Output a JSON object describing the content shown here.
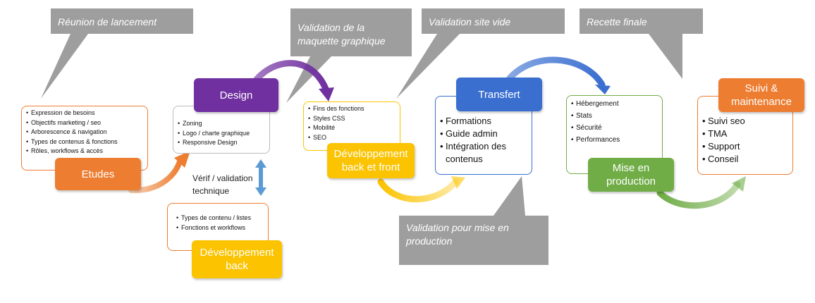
{
  "colors": {
    "callout": "#9e9e9e",
    "purple": "#7030a0",
    "blue": "#3a6fd0",
    "orange": "#ed7d31",
    "yellow": "#fbc300",
    "green": "#70ad47",
    "arrow_blue": "#5b9bd5"
  },
  "callouts": [
    {
      "text": "Réunion de lancement"
    },
    {
      "text": "Validation de la maquette graphique"
    },
    {
      "text": "Validation site vide"
    },
    {
      "text": "Recette finale"
    },
    {
      "text": "Validation pour mise en production"
    }
  ],
  "phases": {
    "etudes": {
      "label": "Etudes",
      "items": [
        "Expression de besoins",
        "Objectifs marketing / seo",
        "Arborescence & navigation",
        "Types de contenus & fonctions",
        "Rôles, workflows & accès"
      ]
    },
    "design": {
      "label": "Design",
      "items": [
        "Zoning",
        "Logo / charte graphique",
        "Responsive Design"
      ]
    },
    "dev_back": {
      "label": "Développement back",
      "items": [
        "Types de contenu / listes",
        "Fonctions et workflows"
      ]
    },
    "dev_front": {
      "label": "Développement back et front",
      "items": [
        "Fins des fonctions",
        "Styles CSS",
        "Mobilité",
        "SEO"
      ]
    },
    "transfert": {
      "label": "Transfert",
      "items": [
        "Formations",
        "Guide admin",
        "Intégration des contenus"
      ]
    },
    "production": {
      "label": "Mise en production",
      "items": [
        "Hébergement",
        "Stats",
        "Sécurité",
        "Performances"
      ]
    },
    "suivi": {
      "label": "Suivi & maintenance",
      "items": [
        "Suivi seo",
        "TMA",
        "Support",
        "Conseil"
      ]
    }
  },
  "verif_label": "Vérif / validation technique"
}
